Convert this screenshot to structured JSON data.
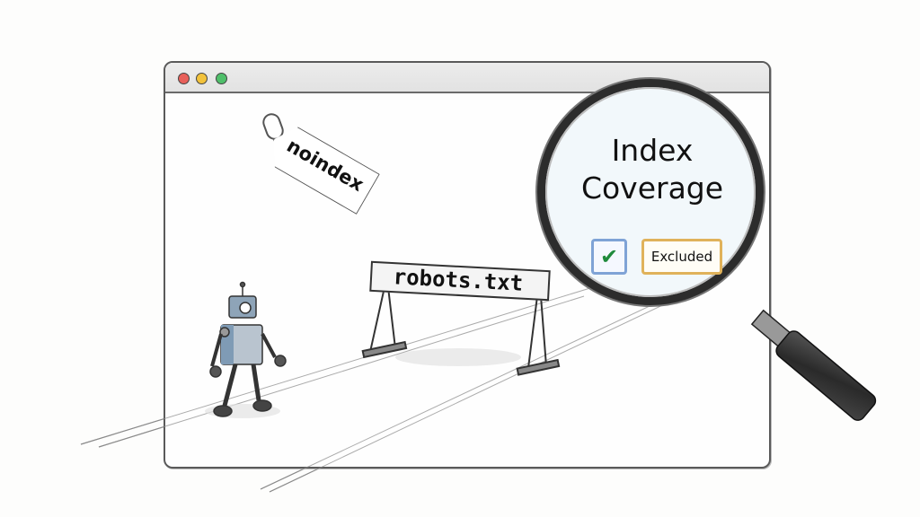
{
  "window": {
    "controls": [
      {
        "name": "close",
        "color": "#e8605a"
      },
      {
        "name": "minimize",
        "color": "#f2c23b"
      },
      {
        "name": "maximize",
        "color": "#4fbf6a"
      }
    ]
  },
  "tag": {
    "label": "noindex"
  },
  "barrier": {
    "label": "robots.txt"
  },
  "magnifier": {
    "title_line1": "Index",
    "title_line2": "Coverage",
    "checkbox_icon": "✔",
    "status_label": "Excluded"
  },
  "colors": {
    "check_green": "#1f8a3c",
    "checkbox_border": "#7fa3d6",
    "excluded_border": "#e0b25a"
  }
}
